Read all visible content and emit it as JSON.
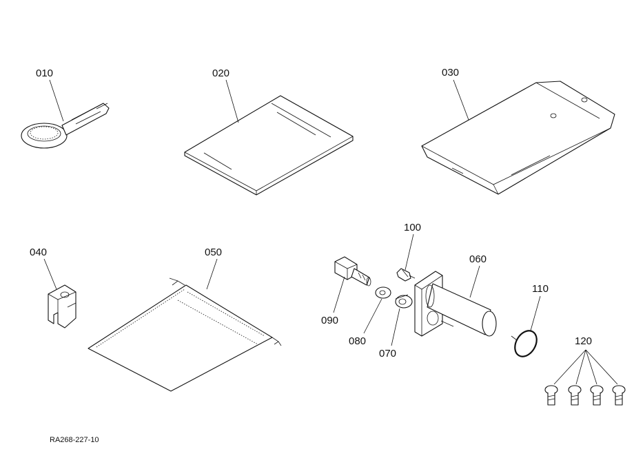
{
  "parts": [
    {
      "no": "010"
    },
    {
      "no": "020"
    },
    {
      "no": "030"
    },
    {
      "no": "040"
    },
    {
      "no": "050"
    },
    {
      "no": "060"
    },
    {
      "no": "070"
    },
    {
      "no": "080"
    },
    {
      "no": "090"
    },
    {
      "no": "100"
    },
    {
      "no": "110"
    },
    {
      "no": "120"
    }
  ],
  "drawing_code": "RA268-227-10"
}
